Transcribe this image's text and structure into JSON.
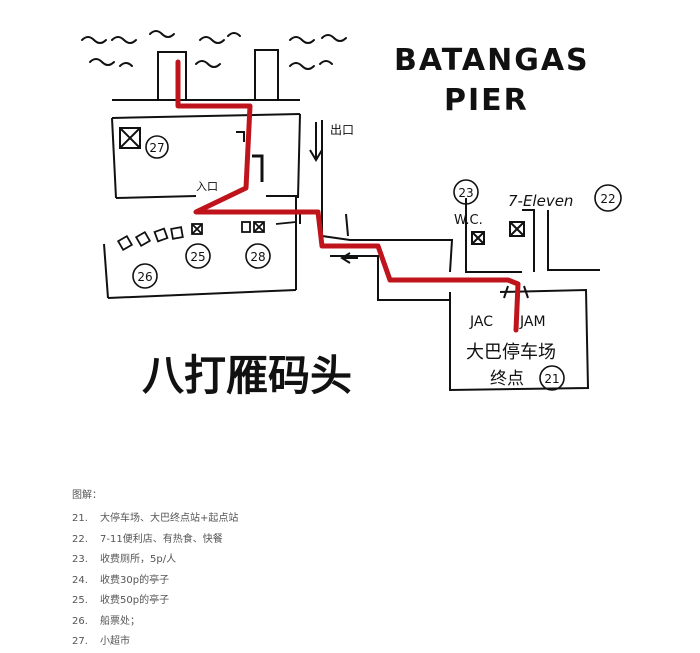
{
  "map": {
    "title_line1": "BATANGAS",
    "title_line2": "PIER",
    "chinese_title": "八打雁码头",
    "exit_label": "出口",
    "entrance_label": "入口",
    "wc_label": "W.C.",
    "store_label": "7-Eleven",
    "jac_label": "JAC",
    "jam_label": "JAM",
    "bus_parking_label": "大巴停车场",
    "terminal_label": "终点",
    "markers": [
      "27",
      "25",
      "26",
      "28",
      "23",
      "22",
      "21"
    ],
    "colors": {
      "route": "#c0141c",
      "ink": "#111111"
    }
  },
  "legend": {
    "title": "图解：",
    "items": [
      {
        "num": "21.",
        "text": "大停车场、大巴终点站+起点站"
      },
      {
        "num": "22.",
        "text": "7-11便利店、有热食、快餐"
      },
      {
        "num": "23.",
        "text": "收费厕所，5p/人"
      },
      {
        "num": "24.",
        "text": "收费30p的亭子"
      },
      {
        "num": "25.",
        "text": "收费50p的亭子"
      },
      {
        "num": "26.",
        "text": "船票处；"
      },
      {
        "num": "27.",
        "text": "小超市"
      }
    ]
  }
}
